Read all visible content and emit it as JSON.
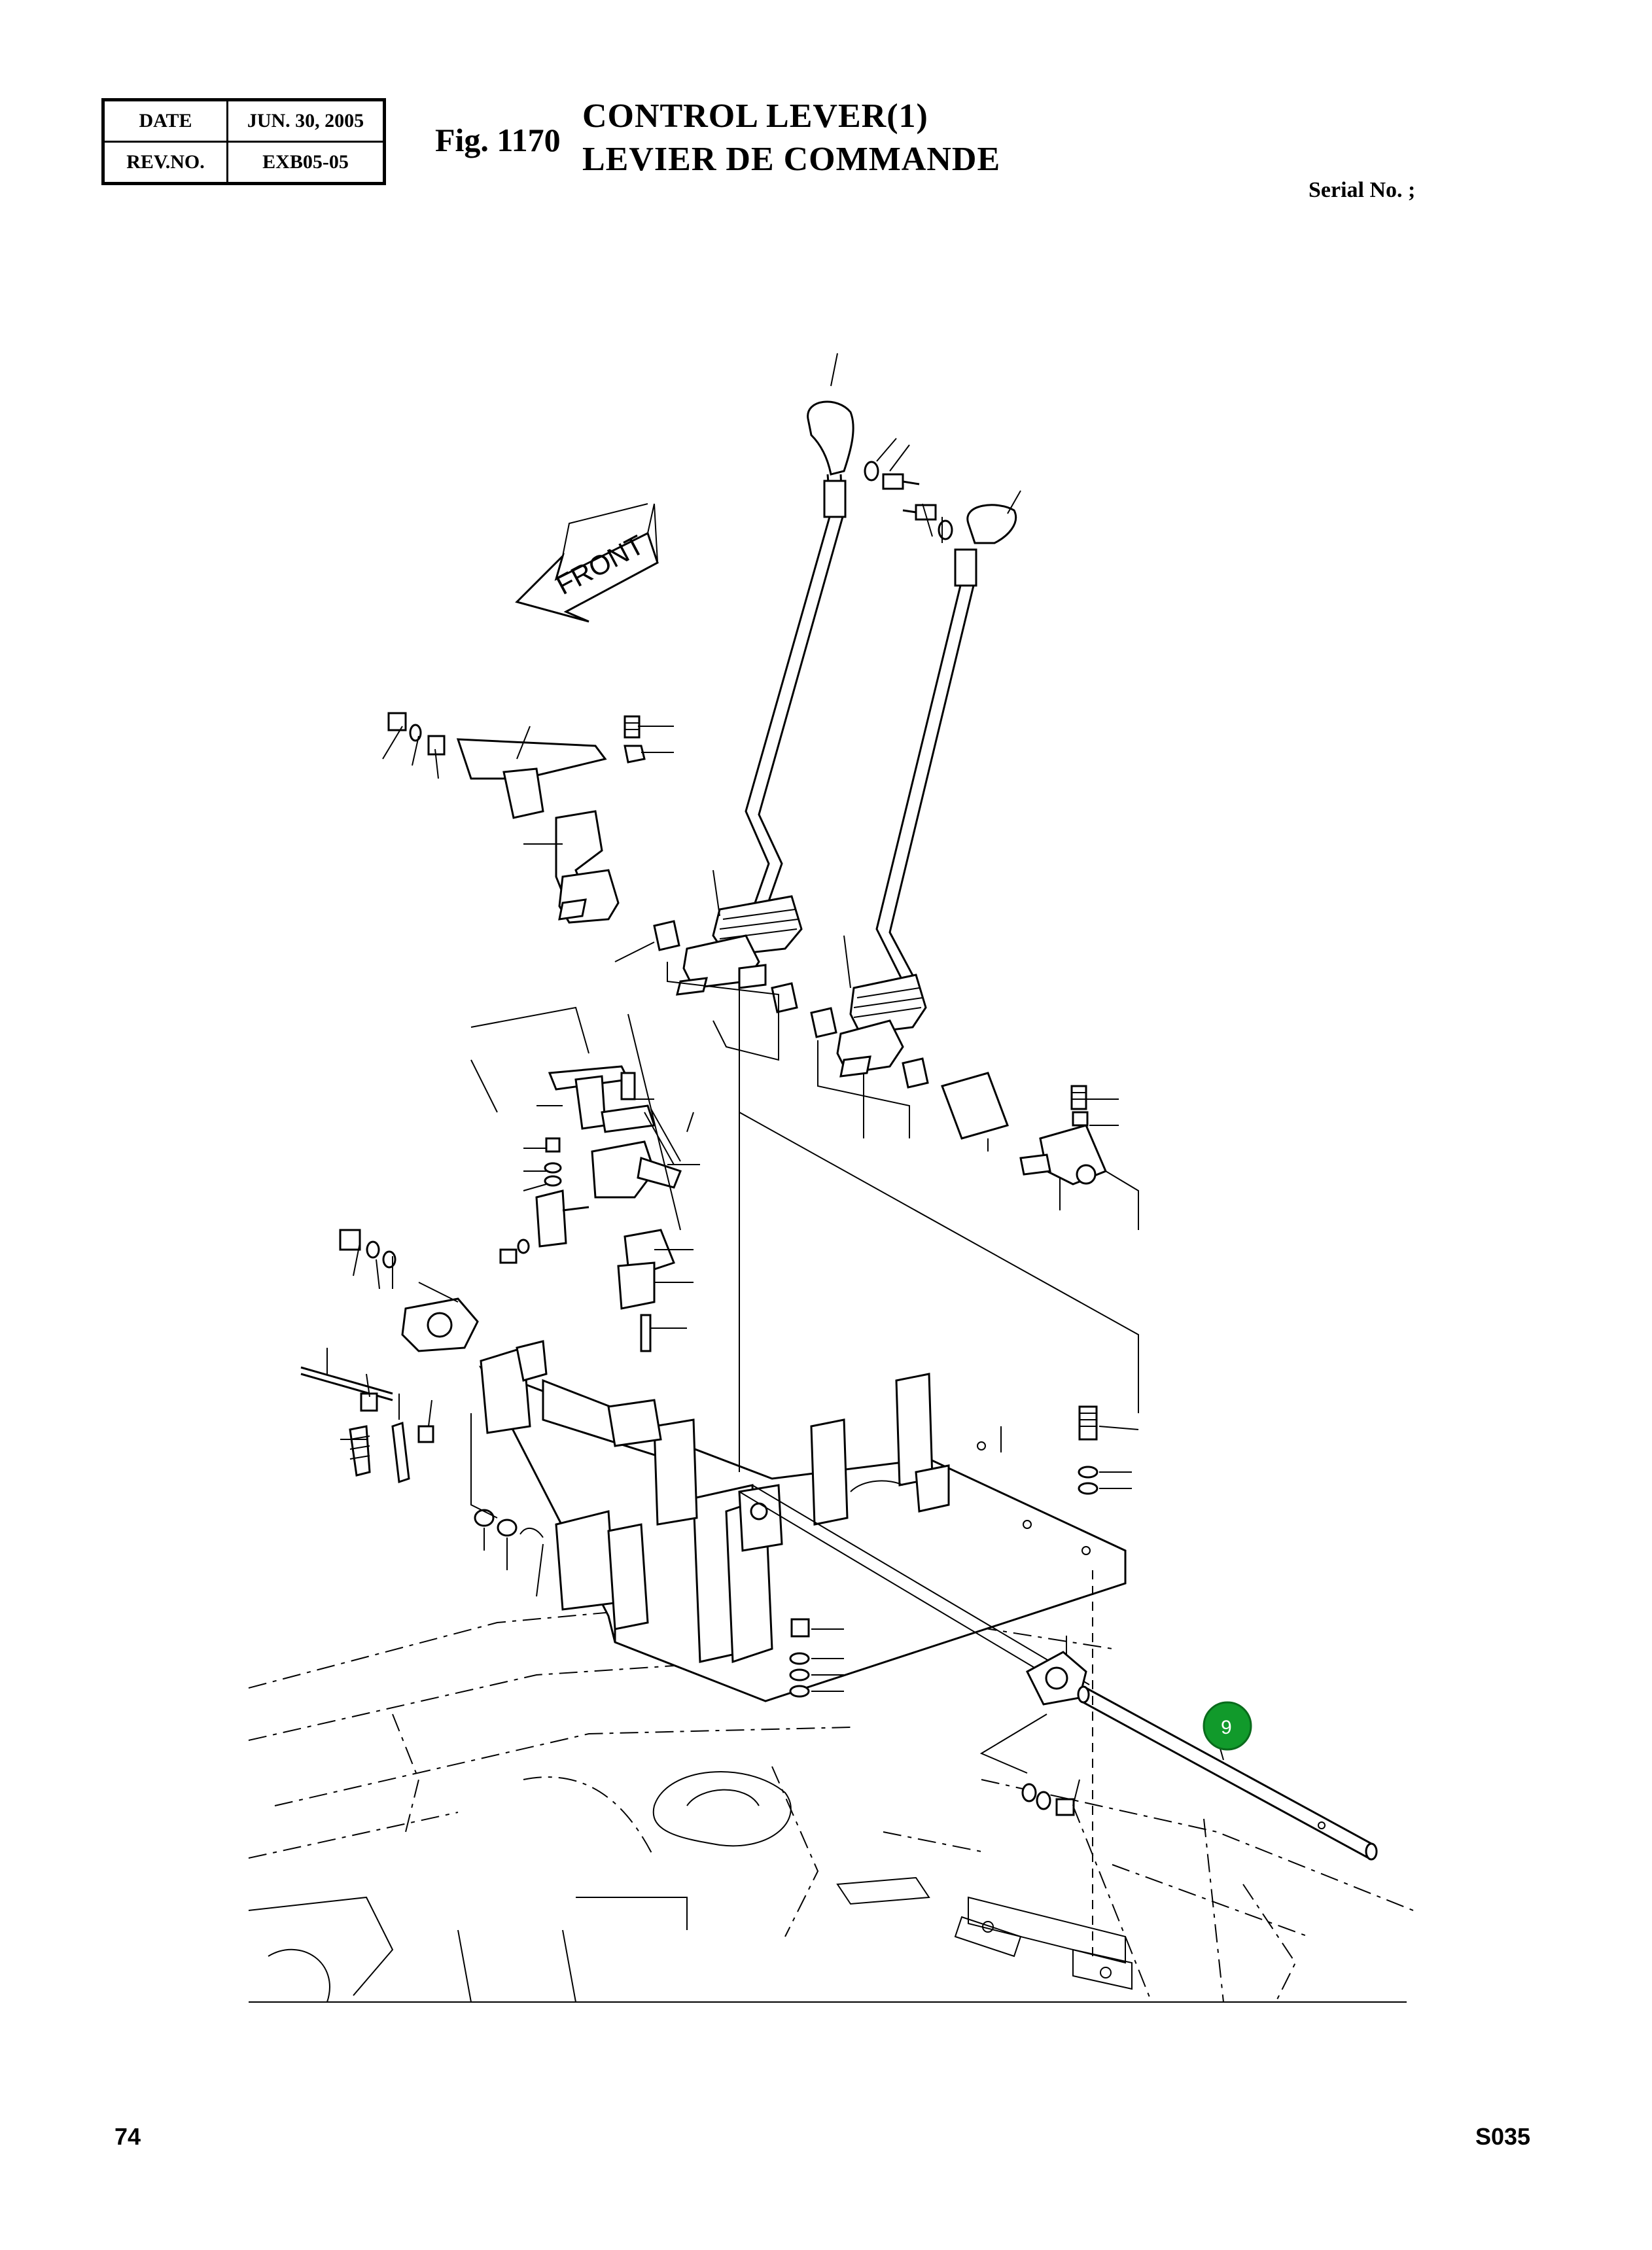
{
  "header": {
    "date_label": "DATE",
    "date_value": "JUN. 30, 2005",
    "rev_label": "REV.NO.",
    "rev_value": "EXB05-05",
    "fig_number": "Fig. 1170",
    "title_en": "CONTROL LEVER(1)",
    "title_fr": "LEVIER DE COMMANDE",
    "serial": "Serial No. ;"
  },
  "diagram": {
    "front_label": "FRONT",
    "callout": {
      "label": "9",
      "color": "#119a2b"
    }
  },
  "footer": {
    "page_number": "74",
    "code": "S035"
  }
}
